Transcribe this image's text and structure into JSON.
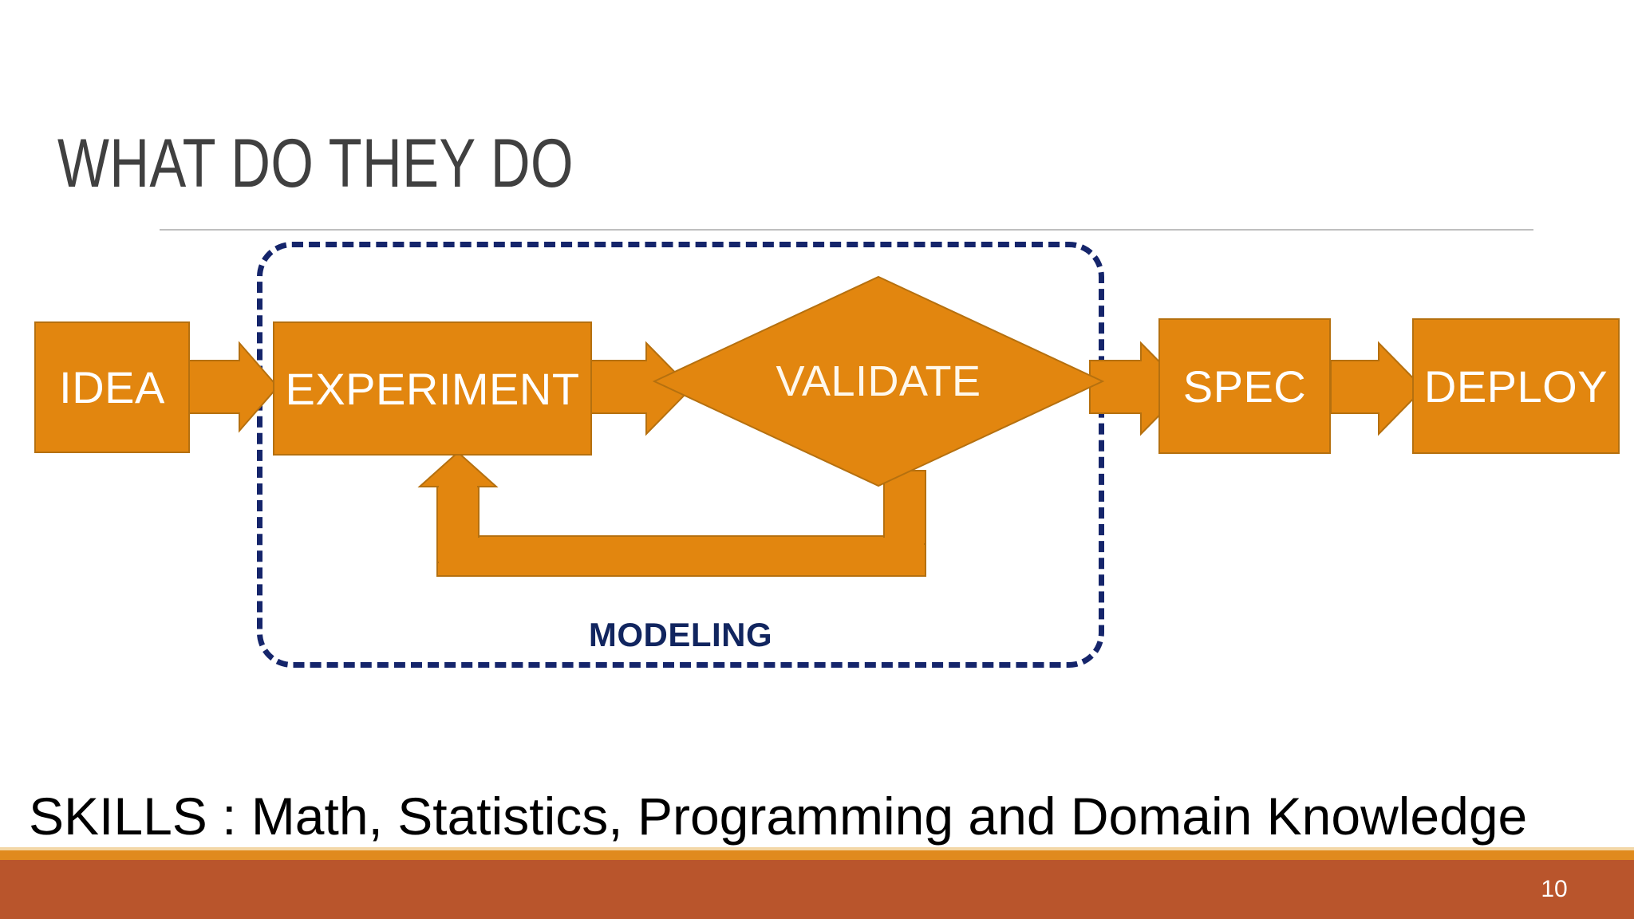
{
  "slide": {
    "title": "WHAT DO THEY DO",
    "page_number": "10",
    "caption": "SKILLS : Math, Statistics, Programming and Domain Knowledge"
  },
  "colors": {
    "shape_fill": "#E2860F",
    "shape_border": "#B5700F",
    "group_outline": "#15256B",
    "group_label": "#11255F",
    "title_text": "#404040",
    "footer_stripe": "#E08A1E",
    "footer_band": "#B9552C",
    "shape_text": "#FFFFFF"
  },
  "diagram": {
    "type": "flowchart",
    "group": {
      "label": "MODELING",
      "members": [
        "EXPERIMENT",
        "VALIDATE"
      ],
      "outline_style": "dashed-rounded-rect"
    },
    "nodes": [
      {
        "id": "idea",
        "label": "IDEA",
        "shape": "rectangle"
      },
      {
        "id": "experiment",
        "label": "EXPERIMENT",
        "shape": "rectangle"
      },
      {
        "id": "validate",
        "label": "VALIDATE",
        "shape": "diamond"
      },
      {
        "id": "spec",
        "label": "SPEC",
        "shape": "rectangle"
      },
      {
        "id": "deploy",
        "label": "DEPLOY",
        "shape": "rectangle"
      }
    ],
    "edges": [
      {
        "from": "idea",
        "to": "experiment",
        "style": "block-arrow-right"
      },
      {
        "from": "experiment",
        "to": "validate",
        "style": "block-arrow-right"
      },
      {
        "from": "validate",
        "to": "spec",
        "style": "block-arrow-right"
      },
      {
        "from": "spec",
        "to": "deploy",
        "style": "block-arrow-right"
      },
      {
        "from": "validate",
        "to": "experiment",
        "style": "elbow-feedback-arrow-up"
      }
    ]
  }
}
